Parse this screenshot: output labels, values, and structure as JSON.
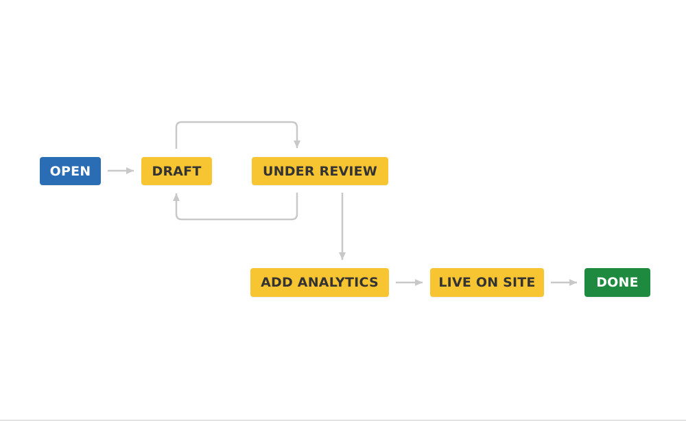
{
  "diagram": {
    "nodes": {
      "open": "OPEN",
      "draft": "DRAFT",
      "under_review": "UNDER REVIEW",
      "add_analytics": "ADD ANALYTICS",
      "live_on_site": "LIVE ON SITE",
      "done": "DONE"
    },
    "edges": [
      {
        "from": "OPEN",
        "to": "DRAFT"
      },
      {
        "from": "DRAFT",
        "to": "UNDER REVIEW"
      },
      {
        "from": "UNDER REVIEW",
        "to": "DRAFT"
      },
      {
        "from": "UNDER REVIEW",
        "to": "ADD ANALYTICS"
      },
      {
        "from": "ADD ANALYTICS",
        "to": "LIVE ON SITE"
      },
      {
        "from": "LIVE ON SITE",
        "to": "DONE"
      }
    ]
  },
  "colors": {
    "open": "#2a6db5",
    "in_progress": "#f7c531",
    "done": "#1e8a3f",
    "connector": "#c8c8c8"
  }
}
